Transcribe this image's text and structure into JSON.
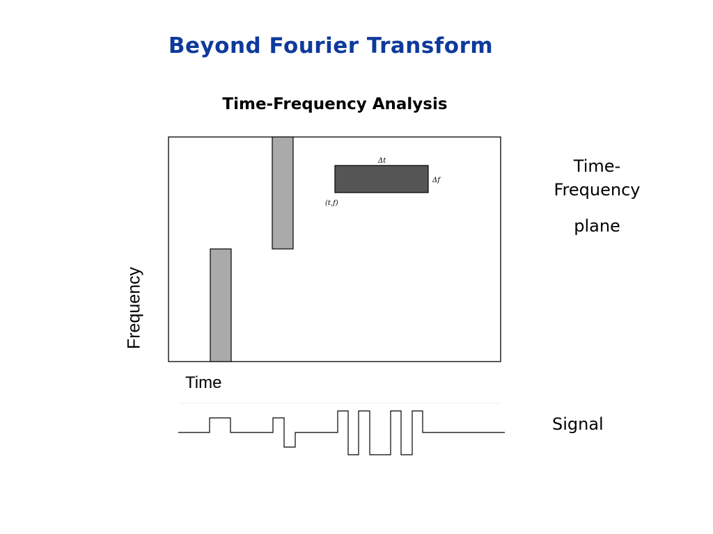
{
  "title": "Beyond Fourier Transform",
  "subtitle": "Time-Frequency Analysis",
  "axes": {
    "y_label": "Frequency",
    "x_label": "Time"
  },
  "plane_label": {
    "line1": "Time-",
    "line2": "Frequency",
    "line3": "plane"
  },
  "tile": {
    "delta_t": "Δt",
    "delta_f": "Δf",
    "origin": "(t,f)"
  },
  "signal_label": "Signal",
  "colors": {
    "title": "#0f3a9c",
    "tall_block_fill": "#aaaaaa",
    "tile_fill": "#555555"
  }
}
